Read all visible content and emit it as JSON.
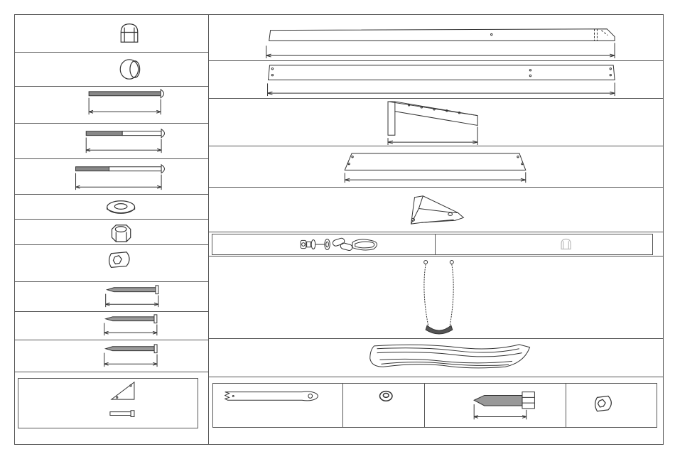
{
  "document": {
    "type": "parts-list-diagram",
    "line_color": "#333333",
    "seat_color": "#555555",
    "nut_preview_color": "#bbbbbb",
    "left_column_parts": [
      {
        "name": "acorn-cap-nut",
        "icon": "cap-nut-icon"
      },
      {
        "name": "round-cap",
        "icon": "round-cap-icon"
      },
      {
        "name": "long-carriage-bolt",
        "icon": "carriage-bolt-icon"
      },
      {
        "name": "medium-carriage-bolt",
        "icon": "carriage-bolt-icon"
      },
      {
        "name": "long-partial-thread-bolt",
        "icon": "carriage-bolt-icon"
      },
      {
        "name": "flat-washer",
        "icon": "washer-icon"
      },
      {
        "name": "hex-nut",
        "icon": "hex-nut-icon"
      },
      {
        "name": "socket-cap",
        "icon": "socket-cap-icon"
      },
      {
        "name": "wood-screw-1",
        "icon": "wood-screw-icon"
      },
      {
        "name": "wood-screw-2",
        "icon": "wood-screw-icon"
      },
      {
        "name": "wood-screw-3",
        "icon": "wood-screw-icon"
      },
      {
        "name": "corner-bracket-with-pin",
        "icon": "bracket-icon"
      }
    ],
    "right_column_parts": [
      {
        "name": "top-beam",
        "icon": "beam-icon"
      },
      {
        "name": "long-rail",
        "icon": "rail-icon"
      },
      {
        "name": "leg-support",
        "icon": "leg-support-icon"
      },
      {
        "name": "cross-brace",
        "icon": "cross-brace-icon"
      },
      {
        "name": "mounting-bracket",
        "icon": "mounting-bracket-icon"
      },
      {
        "name": "swing-hanger-assembly",
        "icon": "swing-hanger-icon"
      },
      {
        "name": "cap-nut-preview",
        "icon": "cap-nut-icon"
      },
      {
        "name": "swing-seat-with-chains",
        "icon": "swing-seat-icon"
      },
      {
        "name": "wave-slide",
        "icon": "slide-icon"
      },
      {
        "name": "strap-plate",
        "icon": "strap-icon"
      },
      {
        "name": "lock-washer",
        "icon": "washer-icon"
      },
      {
        "name": "lag-bolt",
        "icon": "lag-bolt-icon"
      },
      {
        "name": "socket-insert",
        "icon": "socket-cap-icon"
      }
    ]
  }
}
